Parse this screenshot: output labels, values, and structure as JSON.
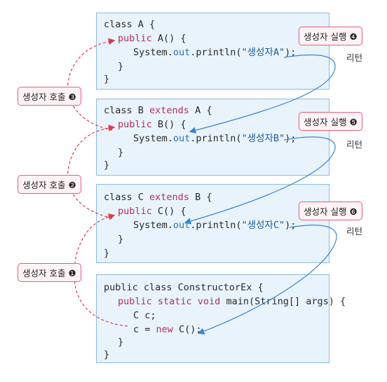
{
  "class_a": {
    "line1": "class A {",
    "line2_kw": "public",
    "line2_rest": " A() {",
    "line3_pre": "System.",
    "line3_out": "out",
    "line3_mid": ".println(",
    "line3_str": "\"생성자A\"",
    "line3_end": ");",
    "line4": "}",
    "line5": "}"
  },
  "class_b": {
    "line1_pre": "class B ",
    "line1_kw": "extends",
    "line1_rest": " A {",
    "line2_kw": "public",
    "line2_rest": " B() {",
    "line3_pre": "System.",
    "line3_out": "out",
    "line3_mid": ".println(",
    "line3_str": "\"생성자B\"",
    "line3_end": ");",
    "line4": "}",
    "line5": "}"
  },
  "class_c": {
    "line1_pre": "class C ",
    "line1_kw": "extends",
    "line1_rest": " B {",
    "line2_kw": "public",
    "line2_rest": " C() {",
    "line3_pre": "System.",
    "line3_out": "out",
    "line3_mid": ".println(",
    "line3_str": "\"생성자C\"",
    "line3_end": ");",
    "line4": "}",
    "line5": "}"
  },
  "main_class": {
    "line1": "public class ConstructorEx {",
    "line2_kw": "public static void",
    "line2_rest": " main(String[] args) {",
    "line3": "C c;",
    "line4_pre": "c = ",
    "line4_kw": "new",
    "line4_rest": " C();",
    "line5": "}",
    "line6": "}"
  },
  "labels": {
    "call_1": "생성자 호출 ❶",
    "call_2": "생성자 호출 ❷",
    "call_3": "생성자 호출 ❸",
    "exec_4": "생성자 실행 ❹",
    "exec_5": "생성자 실행 ❺",
    "exec_6": "생성자 실행 ❻",
    "return_a": "리턴",
    "return_b": "리턴",
    "return_c": "리턴"
  },
  "colors": {
    "call_arrow": "#e03a4a",
    "return_arrow": "#3a86d0",
    "box_fill": "#e9f3fb",
    "box_border": "#8fb9dd",
    "label_border": "#e0607a"
  }
}
